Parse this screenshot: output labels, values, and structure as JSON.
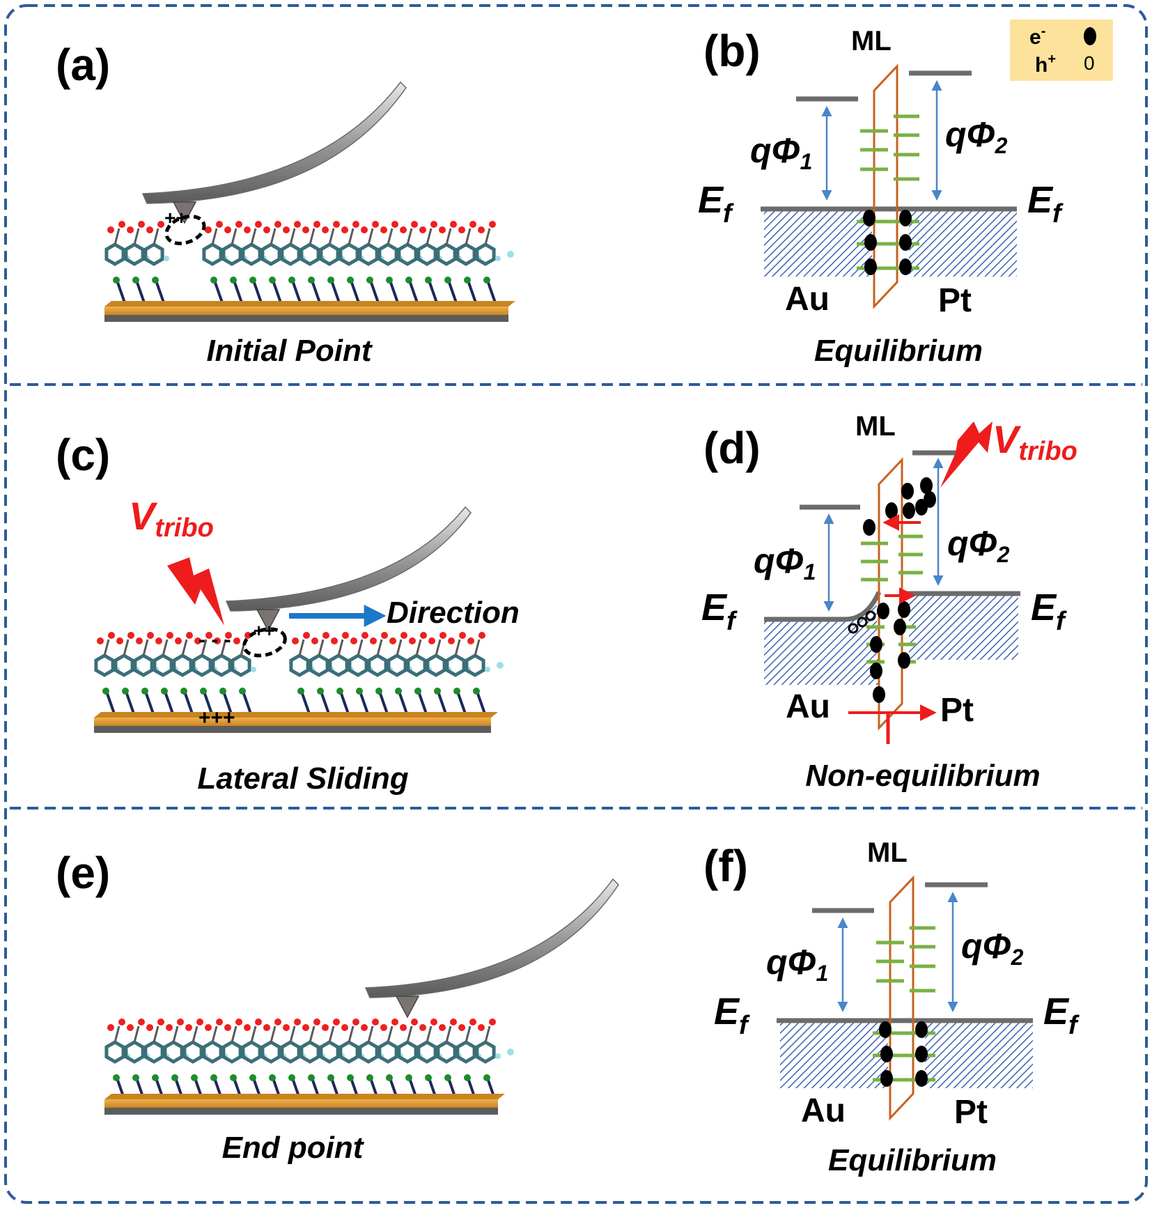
{
  "panels": {
    "a": {
      "tag": "(a)",
      "caption": "Initial Point"
    },
    "b": {
      "tag": "(b)",
      "caption": "Equilibrium"
    },
    "c": {
      "tag": "(c)",
      "caption": "Lateral Sliding",
      "vtribo_main": "V",
      "vtribo_sub": "tribo",
      "direction": "Direction"
    },
    "d": {
      "tag": "(d)",
      "caption": "Non-equilibrium",
      "vtribo_main": "V",
      "vtribo_sub": "tribo"
    },
    "e": {
      "tag": "(e)",
      "caption": "End point"
    },
    "f": {
      "tag": "(f)",
      "caption": "Equilibrium"
    }
  },
  "band": {
    "ml": "ML",
    "q": "q",
    "phi": "Φ",
    "phi1_sub": "1",
    "phi2_sub": "2",
    "ef_main": "E",
    "ef_sub": "f",
    "au": "Au",
    "pt": "Pt"
  },
  "legend": {
    "electron": "e",
    "electron_sup": "-",
    "hole": "h",
    "hole_sup": "+",
    "hole_symbol": "0"
  },
  "charges": {
    "plus_pair": "++",
    "triple_plus": "+++",
    "triple_minus": "- - -"
  },
  "colors": {
    "border": "#2e5b9a",
    "metal_hatch": "#3a62b4",
    "ml_outline": "#c8621e",
    "levels": "#79b143",
    "vacuum": "#6b6b6b",
    "arrow_blue": "#4a86c8",
    "red": "#ee1c1c",
    "substrate": "#d4922f",
    "legend_bg": "#fde29c"
  }
}
